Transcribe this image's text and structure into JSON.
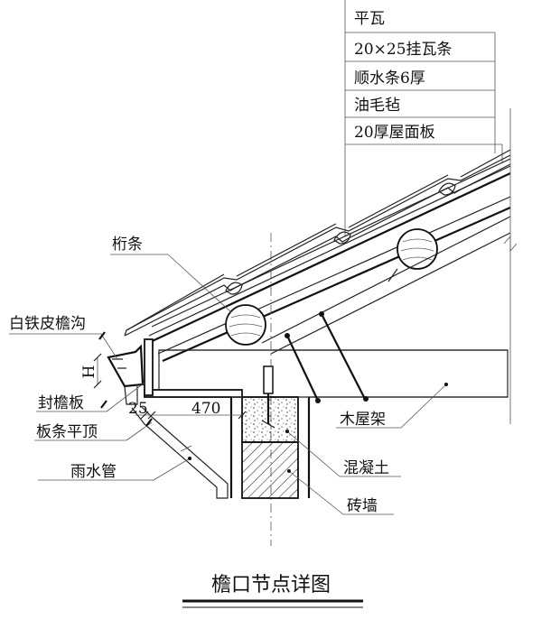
{
  "title": "檐口节点详图",
  "layer_table": {
    "rows": [
      "平瓦",
      "20×25挂瓦条",
      "顺水条6厚",
      "油毛毡",
      "20厚屋面板"
    ]
  },
  "callouts": {
    "purlin": "桁条",
    "gutter": "白铁皮檐沟",
    "fascia": "封檐板",
    "soffit": "板条平顶",
    "downpipe": "雨水管",
    "truss": "木屋架",
    "concrete": "混凝土",
    "brick_wall": "砖墙"
  },
  "dimensions": {
    "height_symbol": "H",
    "offset_25": "25",
    "overhang_470": "470"
  }
}
